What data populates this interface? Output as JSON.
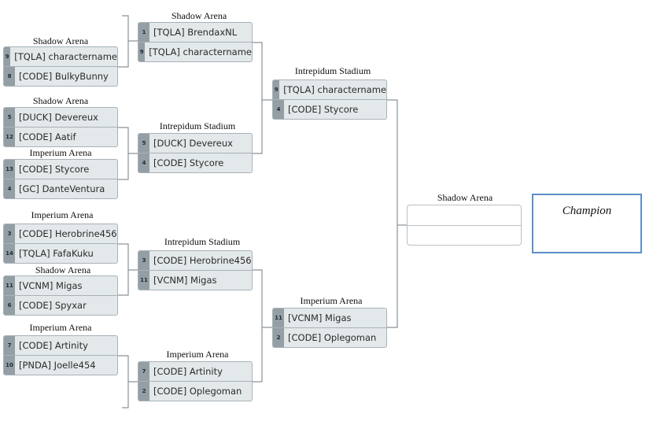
{
  "venues": {
    "r1m1": "Shadow Arena",
    "r1m2": "Shadow Arena",
    "r1m3": "Imperium Arena",
    "r1m4": "Imperium Arena",
    "r1m5": "Shadow Arena",
    "r1m6": "Imperium Arena",
    "r2m1": "Shadow Arena",
    "r2m2": "Intrepidum Stadium",
    "r2m3": "Intrepidum Stadium",
    "r2m4": "Imperium Arena",
    "r3m1": "Intrepidum Stadium",
    "r3m2": "Imperium Arena",
    "final": "Shadow Arena"
  },
  "matches": {
    "r1m1": [
      {
        "seed": "9",
        "name": "[TQLA] charactername"
      },
      {
        "seed": "8",
        "name": "[CODE] BulkyBunny"
      }
    ],
    "r1m2": [
      {
        "seed": "5",
        "name": "[DUCK] Devereux"
      },
      {
        "seed": "12",
        "name": "[CODE] Aatif"
      }
    ],
    "r1m3": [
      {
        "seed": "13",
        "name": "[CODE] Stycore"
      },
      {
        "seed": "4",
        "name": "[GC] DanteVentura"
      }
    ],
    "r1m4": [
      {
        "seed": "3",
        "name": "[CODE] Herobrine456"
      },
      {
        "seed": "14",
        "name": "[TQLA] FafaKuku"
      }
    ],
    "r1m5": [
      {
        "seed": "11",
        "name": "[VCNM] Migas"
      },
      {
        "seed": "6",
        "name": "[CODE] Spyxar"
      }
    ],
    "r1m6": [
      {
        "seed": "7",
        "name": "[CODE] Artinity"
      },
      {
        "seed": "10",
        "name": "[PNDA] Joelle454"
      }
    ],
    "r2m1": [
      {
        "seed": "1",
        "name": "[TQLA] BrendaxNL"
      },
      {
        "seed": "9",
        "name": "[TQLA] charactername"
      }
    ],
    "r2m2": [
      {
        "seed": "5",
        "name": "[DUCK] Devereux"
      },
      {
        "seed": "4",
        "name": "[CODE] Stycore"
      }
    ],
    "r2m3": [
      {
        "seed": "3",
        "name": "[CODE] Herobrine456"
      },
      {
        "seed": "11",
        "name": "[VCNM] Migas"
      }
    ],
    "r2m4": [
      {
        "seed": "7",
        "name": "[CODE] Artinity"
      },
      {
        "seed": "2",
        "name": "[CODE] Oplegoman"
      }
    ],
    "r3m1": [
      {
        "seed": "9",
        "name": "[TQLA] charactername"
      },
      {
        "seed": "4",
        "name": "[CODE] Stycore"
      }
    ],
    "r3m2": [
      {
        "seed": "11",
        "name": "[VCNM] Migas"
      },
      {
        "seed": "2",
        "name": "[CODE] Oplegoman"
      }
    ]
  },
  "champion_label": "Champion"
}
